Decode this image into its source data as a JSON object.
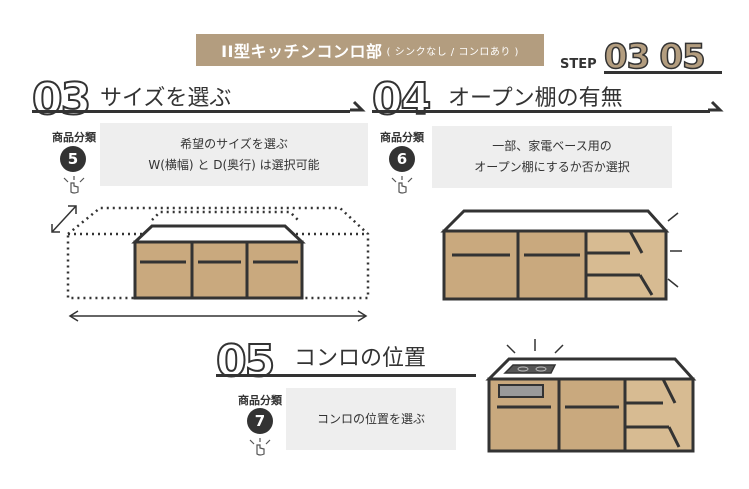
{
  "header": {
    "title": "II型キッチンコンロ部",
    "subtitle": "( シンクなし / コンロあり )",
    "step_label": "STEP",
    "step_from": "03",
    "step_to": "05"
  },
  "sections": [
    {
      "number": "03",
      "title": "サイズを選ぶ",
      "category_label": "商品分類",
      "category_number": "5",
      "info_lines": [
        "希望のサイズを選ぶ",
        "W(横幅) と D(奥行) は選択可能"
      ]
    },
    {
      "number": "04",
      "title": "オープン棚の有無",
      "category_label": "商品分類",
      "category_number": "6",
      "info_lines": [
        "一部、家電ベース用の",
        "オープン棚にするか否か選択"
      ]
    },
    {
      "number": "05",
      "title": "コンロの位置",
      "category_label": "商品分類",
      "category_number": "7",
      "info_lines": [
        "コンロの位置を選ぶ"
      ]
    }
  ],
  "colors": {
    "accent": "#b39d7f",
    "cabinet": "#c9a97e",
    "outline": "#333333",
    "box": "#eeeeee"
  },
  "icons": [
    "tap-hand-icon",
    "diagonal-arrow-icon",
    "horizontal-arrow-icon",
    "stove-icon"
  ]
}
